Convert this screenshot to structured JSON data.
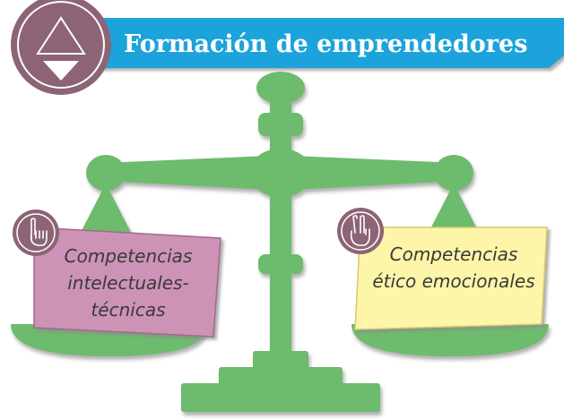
{
  "header": {
    "title": "Formación de emprendedores",
    "badge_icon": "triangle-over-inverted-triangle-icon"
  },
  "left_card": {
    "icon": "hand-one-finger-icon",
    "lines": [
      "Competencias",
      "intelectuales-",
      "técnicas"
    ]
  },
  "right_card": {
    "icon": "hand-two-fingers-icon",
    "lines": [
      "Competencias",
      "ético emocionales"
    ]
  },
  "colors": {
    "banner": "#1fa3dc",
    "badge": "#8c6476",
    "scale": "#6dbb6d",
    "scale_shadow": "#9a9a9a",
    "left_card": "#cd93b6",
    "right_card": "#fdf5a8"
  }
}
